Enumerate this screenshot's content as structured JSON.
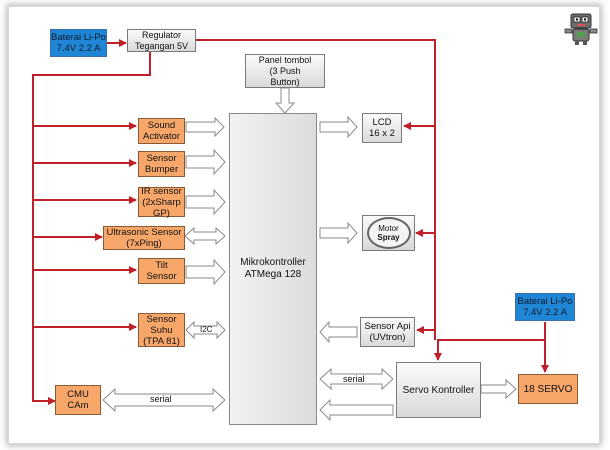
{
  "blocks": {
    "battery_top": "Baterai Li-Po\n7.4V 2.2 A",
    "regulator": "Regulator\nTegangan 5V",
    "panel": "Panel tombol\n(3 Push\nButton)",
    "sound": "Sound\nActivator",
    "bumper": "Sensor\nBumper",
    "ir": "IR sensor\n(2xSharp\nGP)",
    "ultrasonic": "Ultrasonic Sensor\n(7xPing)",
    "tilt": "Tilt\nSensor",
    "suhu": "Sensor\nSuhu\n(TPA 81)",
    "cmu": "CMU\nCAm",
    "mcu": "Mikrokontroller\nATMega 128",
    "lcd": "LCD\n16 x 2",
    "motor_top": "Motor",
    "motor_bottom": "Spray",
    "sensor_api": "Sensor Api\n(UVtron)",
    "battery_right": "Baterai Li-Po\n7.4V 2.2 A",
    "servo_ctrl": "Servo Kontroller",
    "servo": "18 SERVO"
  },
  "labels": {
    "i2c": "I2C",
    "serial_cmu": "serial",
    "serial_servo": "serial"
  },
  "colors": {
    "power_line": "#c0202a",
    "battery": "#1f86d6",
    "sensor": "#f7a76a"
  },
  "icons": {
    "mascot": "robot-icon"
  }
}
